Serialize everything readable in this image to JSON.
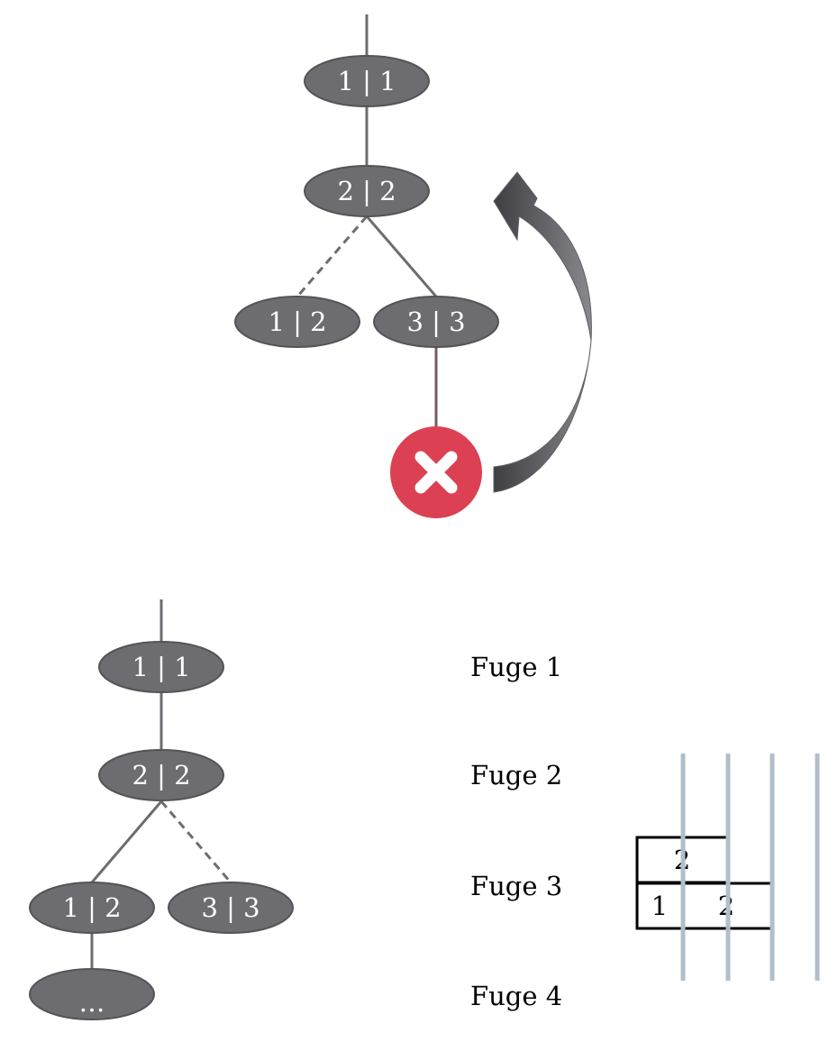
{
  "colors": {
    "node_fill": "#6d6c71",
    "node_stroke": "#545358",
    "edge": "#6d6c71",
    "failed_edge": "#7a5a63",
    "fail_marker": "#dc4153",
    "backtrack_arrow": "#5e5d62",
    "column_line": "#afbfcb",
    "brick_stroke": "#000000"
  },
  "top_tree": {
    "nodes": {
      "root": "1 | 1",
      "level2": "2 | 2",
      "left": "1 | 2",
      "right": "3 | 3"
    },
    "fail_marker_icon": "cross-icon",
    "backtrack_icon": "curved-arrow-icon"
  },
  "bottom_tree": {
    "nodes": {
      "root": "1 | 1",
      "level2": "2 | 2",
      "left": "1 | 2",
      "right": "3 | 3",
      "continuation": "…"
    }
  },
  "fugen": [
    "Fuge 1",
    "Fuge 2",
    "Fuge 3",
    "Fuge 4"
  ],
  "wall": {
    "top_brick": "2",
    "bottom_left_brick": "1",
    "bottom_right_brick": "2"
  }
}
